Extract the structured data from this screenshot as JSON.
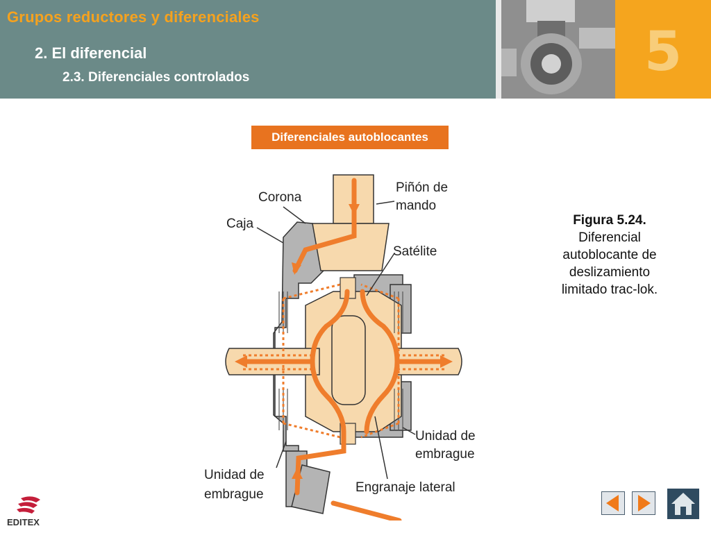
{
  "header": {
    "title": "Grupos reductores y diferenciales",
    "section": "2.   El diferencial",
    "subsection": "2.3. Diferenciales controlados",
    "chapter_number": "5"
  },
  "badge": "Diferenciales autoblocantes",
  "figure": {
    "number": "Figura 5.24.",
    "caption_lines": [
      "Diferencial",
      "autoblocante de",
      "deslizamiento",
      "limitado trac-lok."
    ]
  },
  "diagram_labels": {
    "corona": "Corona",
    "caja": "Caja",
    "pinon_line1": "Piñón de",
    "pinon_line2": "mando",
    "satelite": "Satélite",
    "unidad_right_1": "Unidad de",
    "unidad_right_2": "embrague",
    "unidad_left_1": "Unidad de",
    "unidad_left_2": "embrague",
    "engranaje": "Engranaje lateral"
  },
  "logo": "EDITEX",
  "nav": {
    "prev_icon": "triangle-left-icon",
    "next_icon": "triangle-right-icon",
    "home_icon": "home-icon"
  },
  "colors": {
    "header_bg": "#6b8a88",
    "accent_orange": "#f5a51e",
    "badge_orange": "#e8731f",
    "flow_orange": "#ef7d2c",
    "part_beige": "#f7d9ad",
    "part_gray": "#b4b4b4"
  }
}
